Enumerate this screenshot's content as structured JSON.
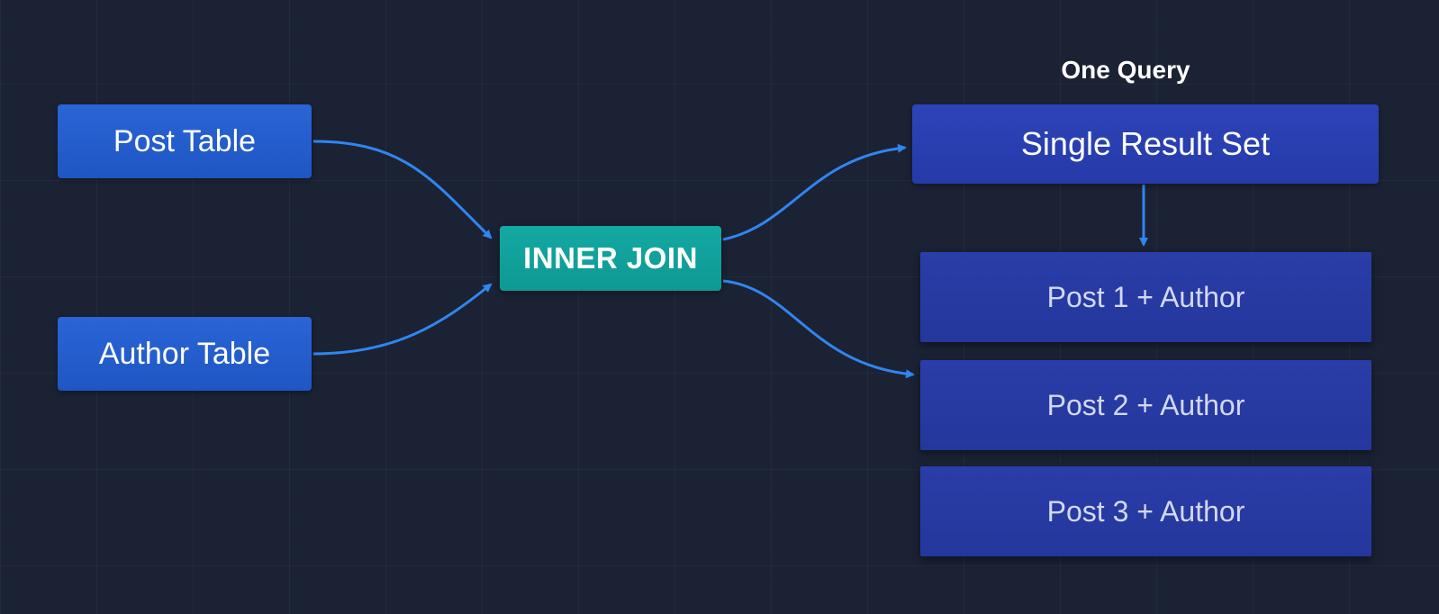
{
  "diagram": {
    "sources": [
      {
        "id": "post-table",
        "label": "Post Table"
      },
      {
        "id": "author-table",
        "label": "Author Table"
      }
    ],
    "join": {
      "label": "INNER JOIN"
    },
    "query_caption": "One Query",
    "result": {
      "label": "Single Result Set"
    },
    "rows": [
      {
        "label": "Post 1 + Author"
      },
      {
        "label": "Post 2 + Author"
      },
      {
        "label": "Post 3 + Author"
      }
    ]
  },
  "colors": {
    "background": "#1b2234",
    "source_box": "#2a64d6",
    "join_box": "#14a9a4",
    "result_box": "#2d43b8",
    "row_box": "#2a3da8",
    "arrow": "#2f86f0"
  }
}
